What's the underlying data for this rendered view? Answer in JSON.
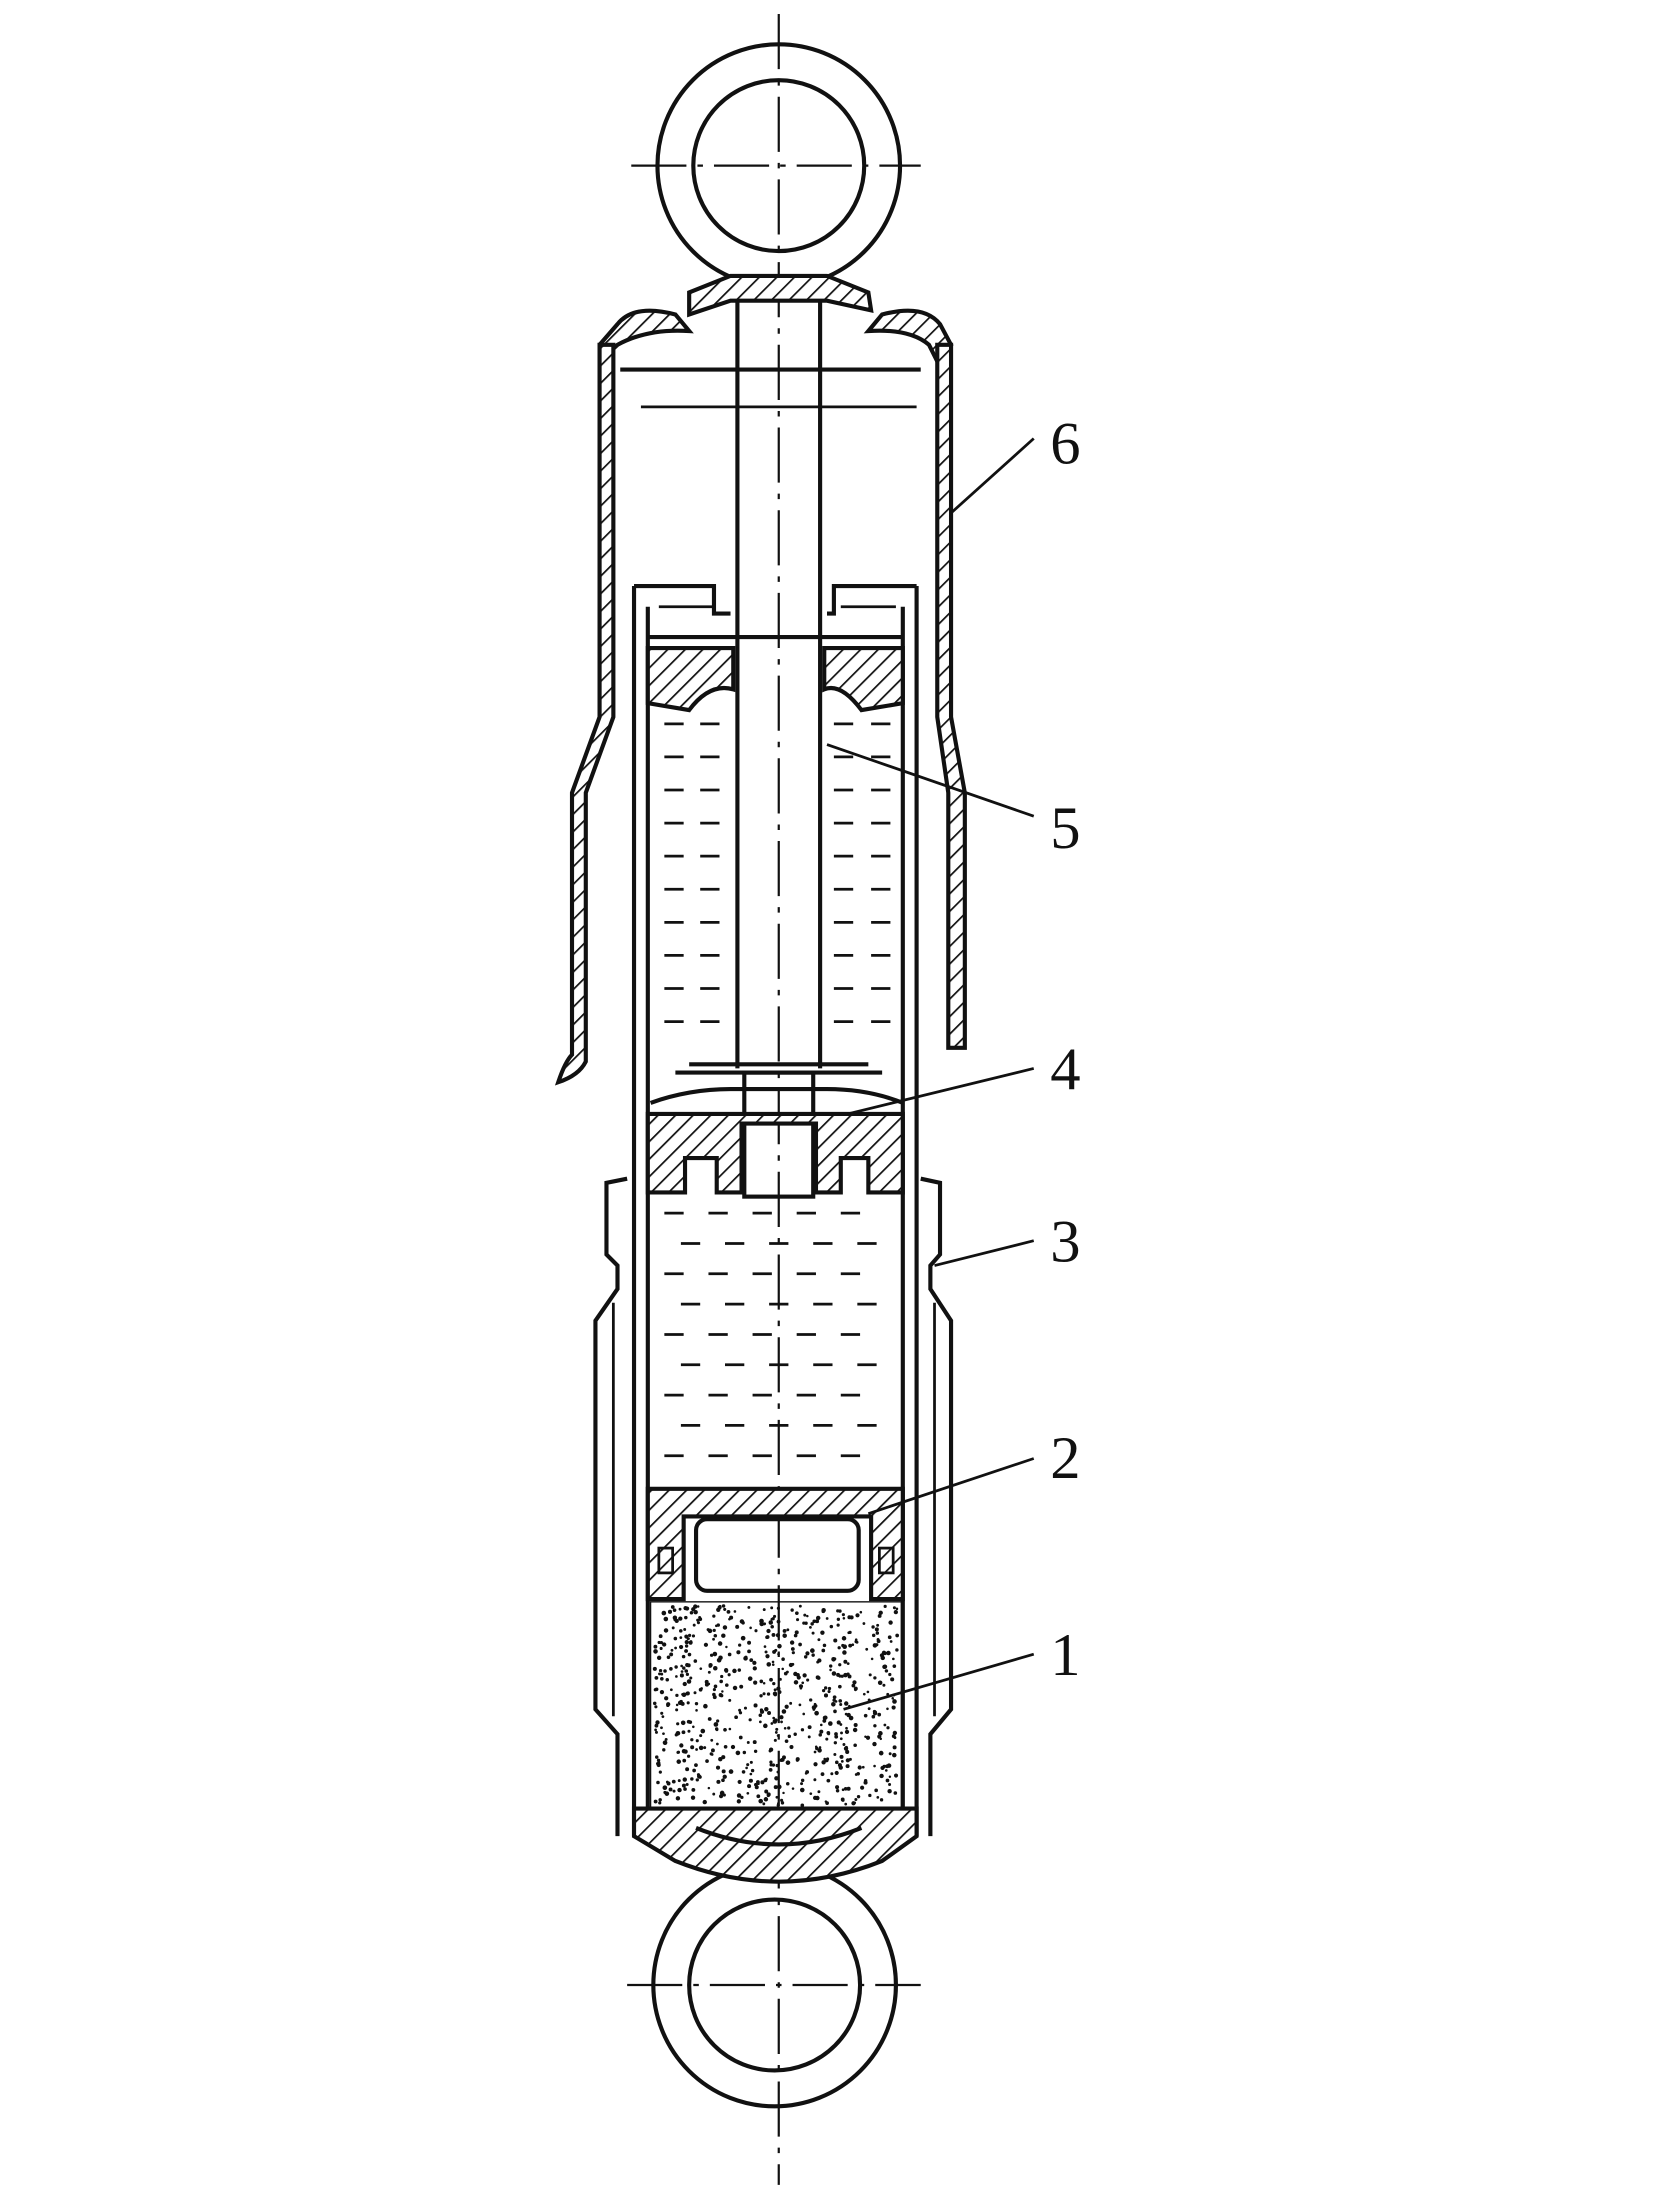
{
  "figure": {
    "type": "shock-absorber-cross-section",
    "labels": [
      {
        "text": "1"
      },
      {
        "text": "2"
      },
      {
        "text": "3"
      },
      {
        "text": "4"
      },
      {
        "text": "5"
      },
      {
        "text": "6"
      }
    ]
  },
  "colors": {
    "ink": "#111111",
    "background": "#ffffff"
  }
}
